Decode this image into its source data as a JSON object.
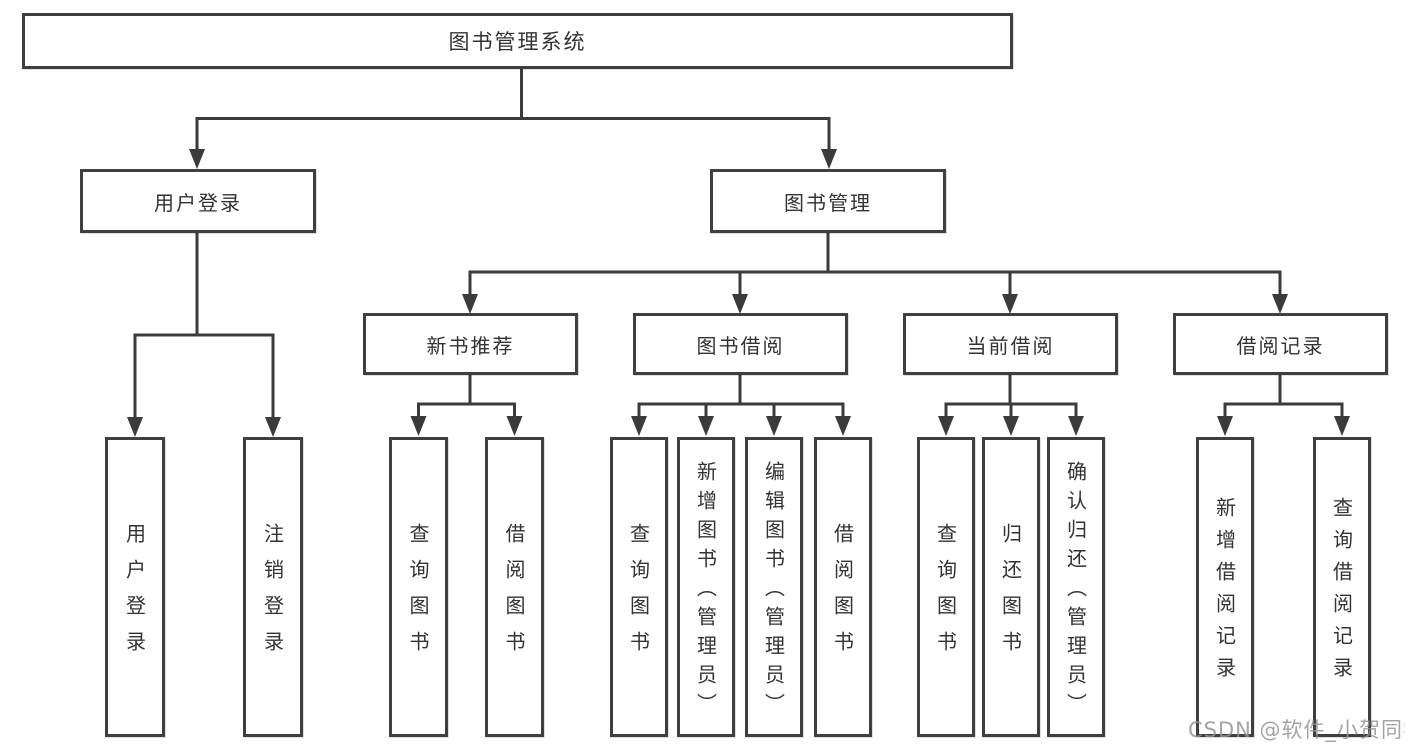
{
  "diagram": {
    "root": {
      "label": "图书管理系统"
    },
    "branches": [
      {
        "label": "用户登录",
        "children": [
          {
            "label": "用户登录"
          },
          {
            "label": "注销登录"
          }
        ]
      },
      {
        "label": "图书管理",
        "children": [
          {
            "label": "新书推荐",
            "children": [
              {
                "label": "查询图书"
              },
              {
                "label": "借阅图书"
              }
            ]
          },
          {
            "label": "图书借阅",
            "children": [
              {
                "label": "查询图书"
              },
              {
                "label": "新增图书（管理员）"
              },
              {
                "label": "编辑图书（管理员）"
              },
              {
                "label": "借阅图书"
              }
            ]
          },
          {
            "label": "当前借阅",
            "children": [
              {
                "label": "查询图书"
              },
              {
                "label": "归还图书"
              },
              {
                "label": "确认归还（管理员）"
              }
            ]
          },
          {
            "label": "借阅记录",
            "children": [
              {
                "label": "新增借阅记录"
              },
              {
                "label": "查询借阅记录"
              }
            ]
          }
        ]
      }
    ]
  },
  "colors": {
    "line": "#3b3b3b",
    "border": "#3f3f3f",
    "text": "#333333",
    "watermark": "#949494"
  },
  "watermark": {
    "text": "CSDN @软件_小贺同学"
  }
}
